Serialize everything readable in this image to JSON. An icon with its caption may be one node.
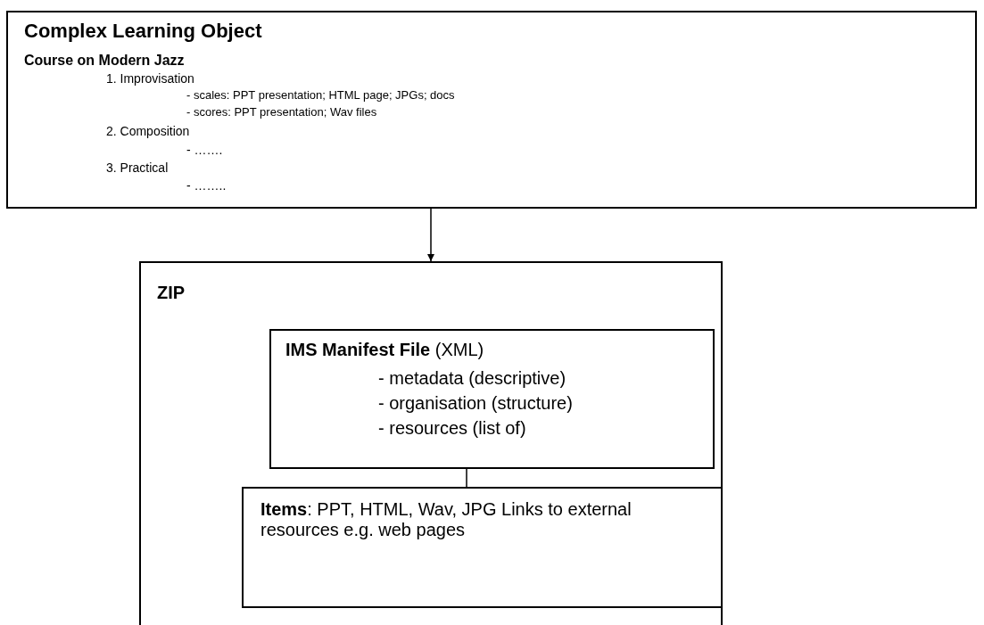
{
  "diagram": {
    "nodes": [
      {
        "text": [
          "Complex Learning Object",
          "Course on Modern Jazz",
          "1. Improvisation",
          "- scales: PPT presentation; HTML page; JPGs; docs",
          "- scores: PPT presentation; Wav files",
          "2. Composition",
          "- …….",
          "3. Practical",
          "- …….."
        ]
      },
      {
        "text": [
          "ZIP"
        ]
      },
      {
        "text": [
          "**IMS Manifest File** (XML)",
          "- metadata (descriptive)",
          "- organisation (structure)",
          "- resources (list of)"
        ],
        "in": 1
      },
      {
        "text": [
          "**Items**: PPT, HTML, Wav, JPG Links to external resources e.g. web pages"
        ],
        "in": 1
      }
    ],
    "edges": [
      {
        "from": 0,
        "to": 1,
        "arrow": "to"
      },
      {
        "from": 2,
        "to": 3,
        "arrow": "none"
      }
    ]
  }
}
